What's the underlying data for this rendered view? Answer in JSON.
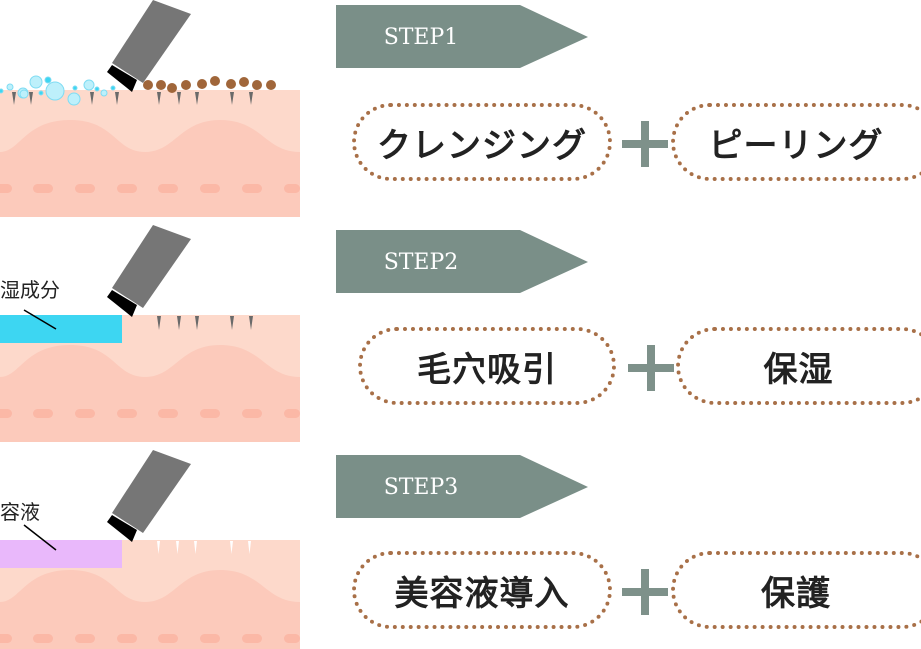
{
  "colors": {
    "skin_top": "#fdd9cb",
    "skin_deep": "#fccabb",
    "dash": "#fbb8a6",
    "arrow": "#7a8f88",
    "dotted_border": "#a87048",
    "moisture": "#3dd6f2",
    "serum": "#e9b8fb",
    "dirt": "#a0663a",
    "device": "#767676"
  },
  "steps": [
    {
      "label": "STEP1",
      "left": "クレンジング",
      "right": "ピーリング"
    },
    {
      "label": "STEP2",
      "left": "毛穴吸引",
      "right": "保湿",
      "side_label": "湿成分"
    },
    {
      "label": "STEP3",
      "left": "美容液導入",
      "right": "保護",
      "side_label": "容液"
    }
  ]
}
